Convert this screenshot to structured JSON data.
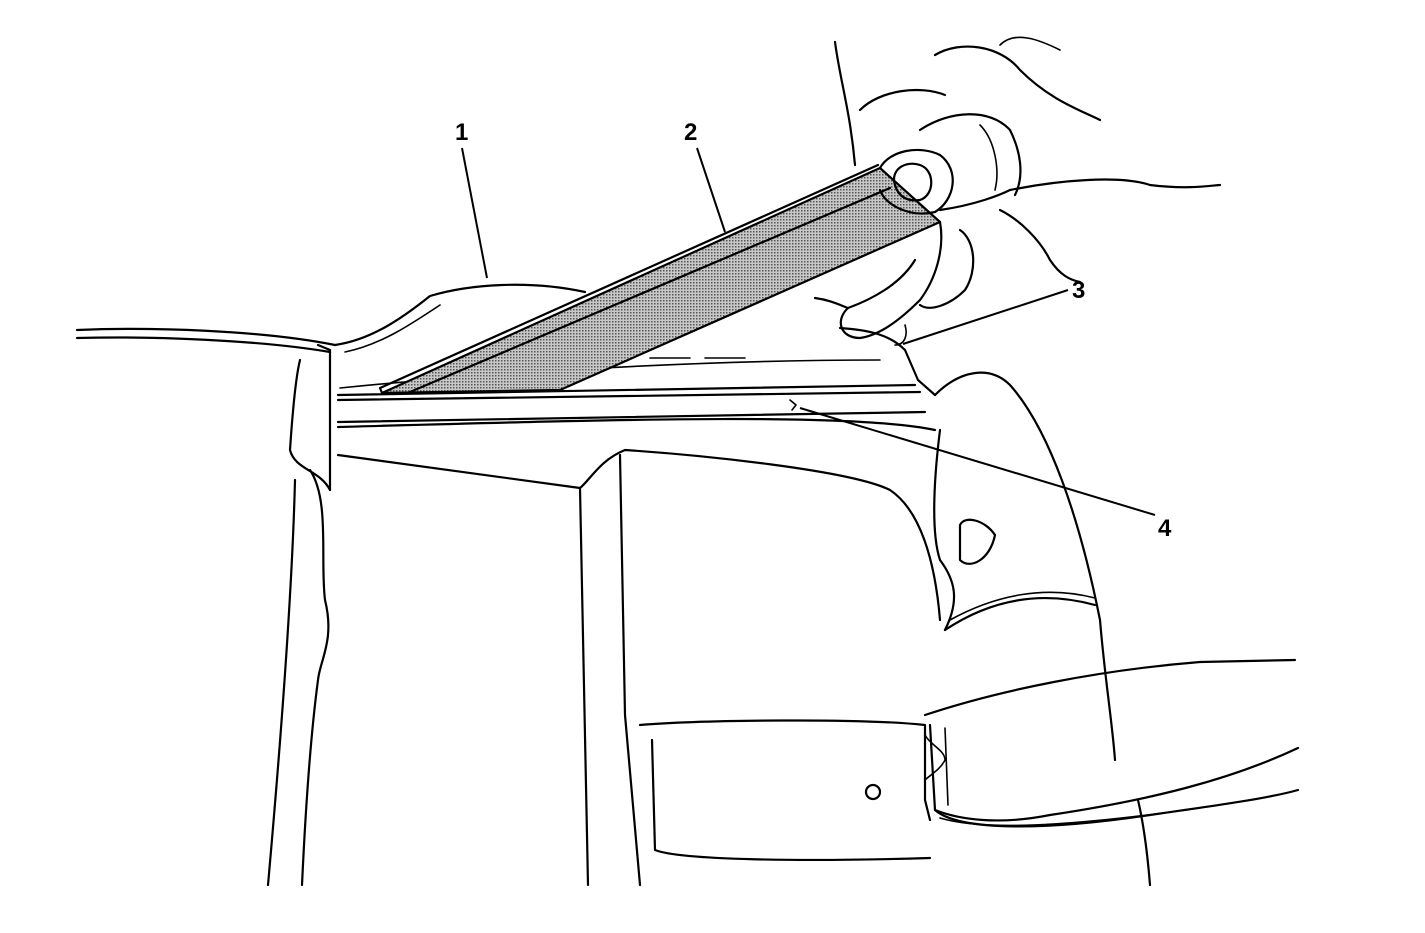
{
  "callouts": {
    "c1": "1",
    "c2": "2",
    "c3": "3",
    "c4": "4"
  },
  "colors": {
    "line": "#000000",
    "file_fill": "#9a9a9a",
    "background": "#ffffff"
  }
}
